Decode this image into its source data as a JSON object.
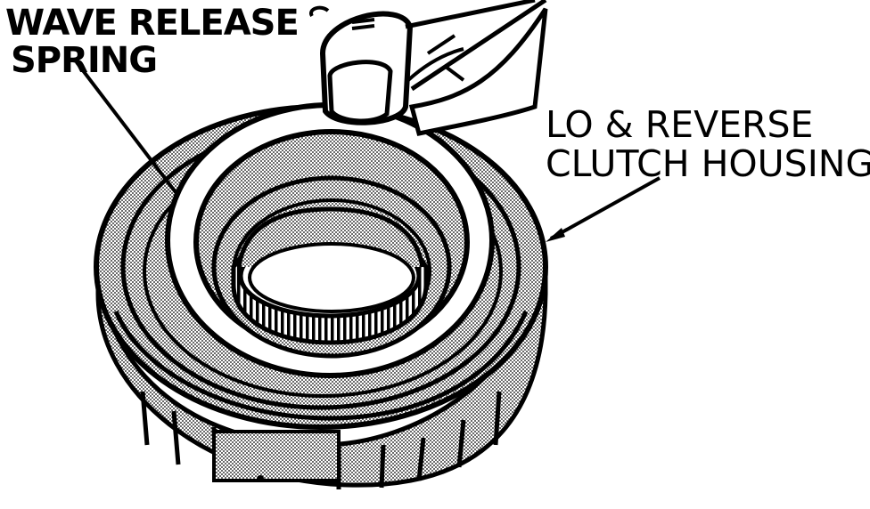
{
  "labels": {
    "wave_release_spring": {
      "line1": "WAVE RELEASE",
      "line2": "SPRING"
    },
    "lo_reverse_clutch_housing": {
      "line1": "LO & REVERSE",
      "line2": "CLUTCH HOUSING"
    }
  },
  "colors": {
    "ink": "#000000",
    "paper": "#ffffff",
    "stipple": "#9a9a9a"
  }
}
